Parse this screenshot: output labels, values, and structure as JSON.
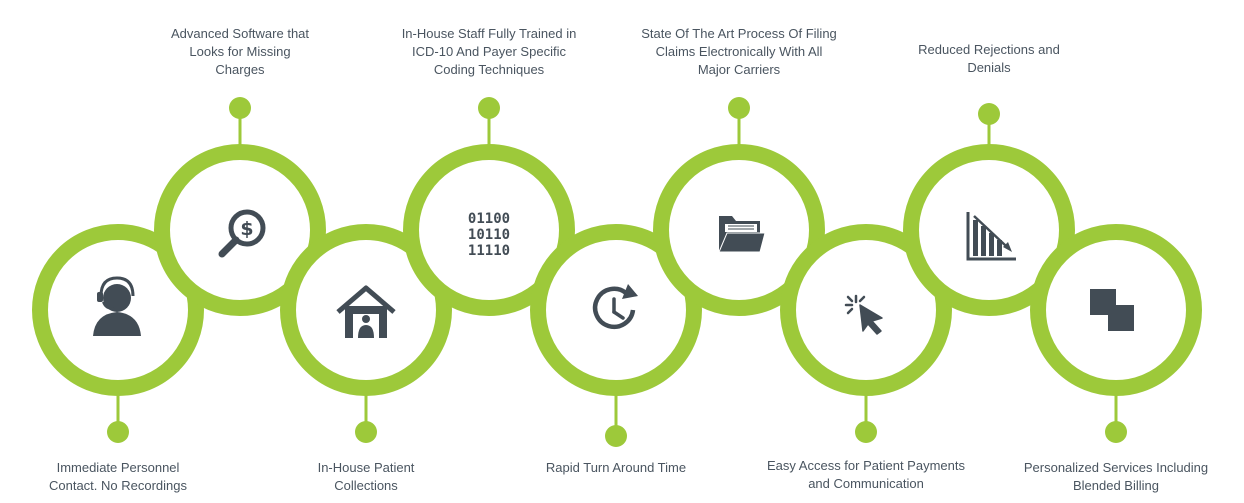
{
  "colors": {
    "ring": "#9dc93a",
    "icon": "#424c55",
    "text": "#4a5560",
    "background": "#ffffff"
  },
  "features": [
    {
      "label": "Immediate Personnel\nContact. No Recordings",
      "icon": "headset-user-icon"
    },
    {
      "label": "Advanced Software that\nLooks for Missing\nCharges",
      "icon": "dollar-magnifier-icon"
    },
    {
      "label": "In-House Patient\nCollections",
      "icon": "house-person-icon"
    },
    {
      "label": "In-House Staff Fully Trained in\nICD-10 And Payer Specific\nCoding Techniques",
      "icon": "binary-code-icon",
      "binary": [
        "01100",
        "10110",
        "11110"
      ]
    },
    {
      "label": "Rapid Turn Around Time",
      "icon": "clock-refresh-icon"
    },
    {
      "label": "State Of The Art Process Of Filing\nClaims Electronically With All\nMajor Carriers",
      "icon": "folder-icon"
    },
    {
      "label": "Easy Access for Patient Payments\nand Communication",
      "icon": "cursor-click-icon"
    },
    {
      "label": "Reduced Rejections and\nDenials",
      "icon": "declining-chart-icon"
    },
    {
      "label": "Personalized Services Including\nBlended Billing",
      "icon": "overlapping-squares-icon"
    }
  ]
}
